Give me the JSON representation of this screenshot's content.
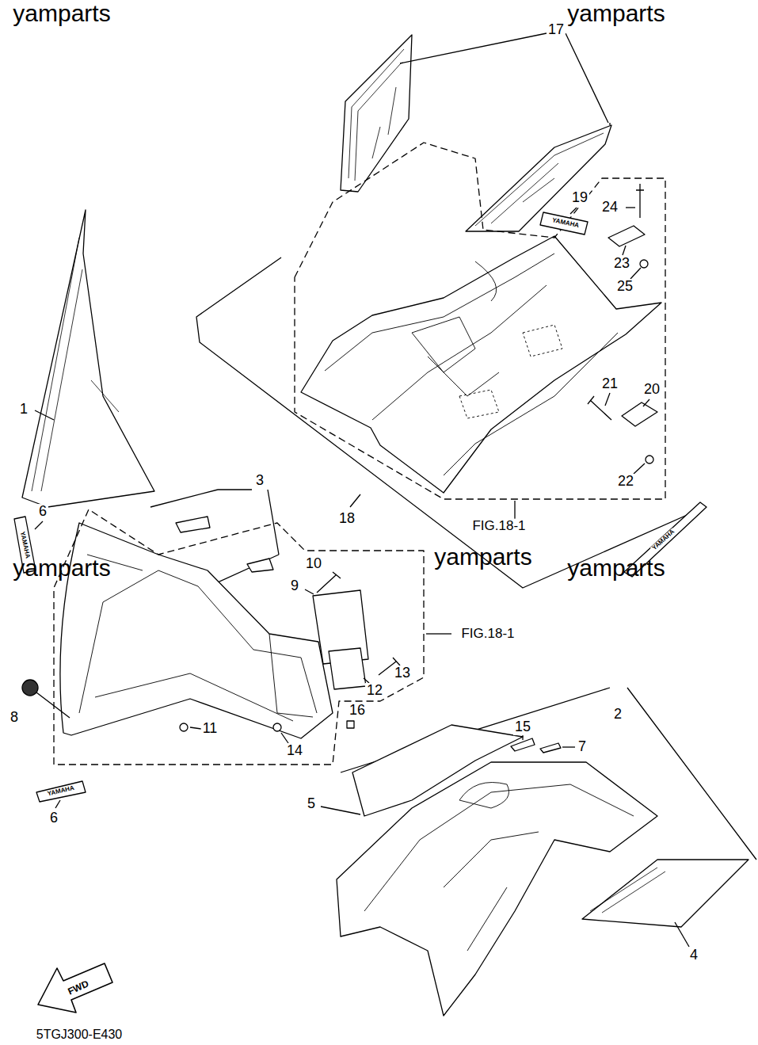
{
  "diagram": {
    "labels": [
      "yamparts",
      "yamparts",
      "yamparts",
      "yamparts",
      "yamparts",
      "17",
      "YAMAHA",
      "19",
      "24",
      "23",
      "25",
      "21",
      "20",
      "22",
      "18",
      "FIG.18-1",
      "YAMAHA",
      "1",
      "3",
      "6",
      "YAMAHA",
      "10",
      "9",
      "FIG.18-1",
      "13",
      "12",
      "8",
      "16",
      "11",
      "15",
      "7",
      "2",
      "14",
      "5",
      "YAMAHA",
      "6",
      "4",
      "FWD",
      "5TGJ300-E430"
    ]
  }
}
